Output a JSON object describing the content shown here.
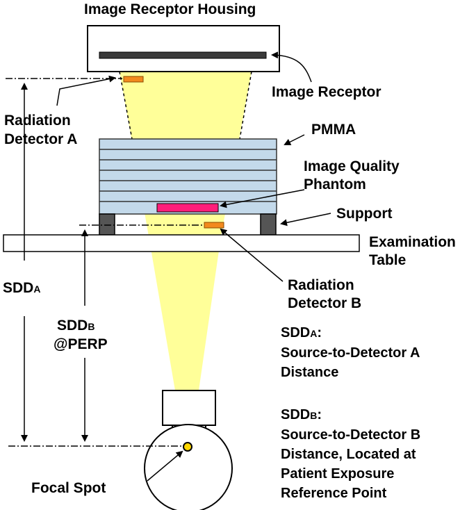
{
  "labels": {
    "housing": "Image Receptor Housing",
    "receptor": "Image Receptor",
    "detector_a_line1": "Radiation",
    "detector_a_line2": "Detector A",
    "pmma": "PMMA",
    "iq_line1": "Image Quality",
    "iq_line2": "Phantom",
    "support": "Support",
    "table_line1": "Examination",
    "table_line2": "Table",
    "detector_b_line1": "Radiation",
    "detector_b_line2": "Detector B",
    "sdda_main": "SDD",
    "sdda_sub": "A",
    "sddb_main": "SDD",
    "sddb_sub": "B",
    "perp": "@PERP",
    "focal_spot": "Focal Spot"
  },
  "legend": {
    "a_term_main": "SDD",
    "a_term_sub": "A",
    "a_term_colon": ":",
    "a_line1": "Source-to-Detector A",
    "a_line2": "Distance",
    "b_term_main": "SDD",
    "b_term_sub": "B",
    "b_term_colon": ":",
    "b_line1": "Source-to-Detector B",
    "b_line2": "Distance, Located at",
    "b_line3": "Patient Exposure",
    "b_line4": "Reference Point"
  },
  "colors": {
    "beam": "#ffff99",
    "pmma": "#c3d9ea",
    "phantom": "#ff1f7a",
    "detector": "#f28a1e",
    "support": "#555555",
    "focal_spot": "#ffd700",
    "ink": "#000000"
  }
}
